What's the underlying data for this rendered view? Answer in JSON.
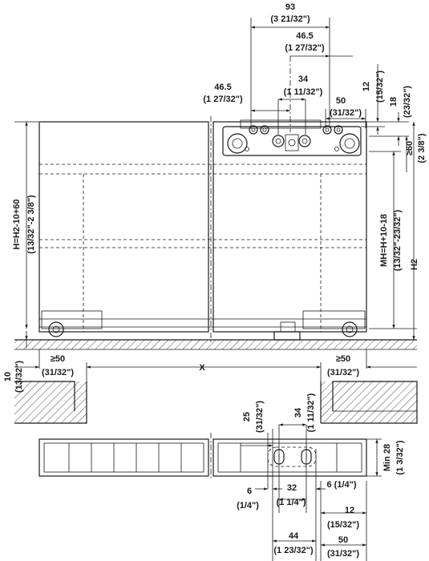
{
  "dims": {
    "d93": "93",
    "d93_in": "(3 21/32\")",
    "d46_5_top": "46.5",
    "d46_5_top_in": "(1 27/32\")",
    "d46_5_left": "46.5",
    "d46_5_left_in": "(1 27/32\")",
    "d34_top": "34",
    "d34_top_in": "(1 11/32\")",
    "d50_top": "50",
    "d50_top_in": "(31/32\")",
    "d12_right": "12",
    "d12_right_in": "(15/32\")",
    "d18_right": "18",
    "d18_right_in": "(23/32\")",
    "d60_right": "≥60",
    "d60_right_in": "(2 3/8\")",
    "h_formula": "H=H2-10+60",
    "h_formula_in": "(13/32\"-2 3/8\")",
    "mh_formula": "MH=H+10-18",
    "mh_formula_in": "(13/32\"-23/32\")",
    "h2": "H2",
    "d10": "10",
    "d10_in": "(13/32\")",
    "d50_left": "≥50",
    "d50_left_in": "(31/32\")",
    "x": "X",
    "d50_right": "≥50",
    "d50_right_in": "(31/32\")",
    "d25": "25",
    "d25_in": "(31/32\")",
    "d34_bot": "34",
    "d34_bot_in": "(1 11/32\")",
    "min28": "Min 28",
    "min28_in": "(1 3/32\")",
    "d6_left": "6",
    "d6_left_in": "(1/4\")",
    "d32": "32",
    "d32_in": "(1 1/4\")",
    "d6_right": "6 (1/4\")",
    "d12_bot": "12",
    "d12_bot_in": "(15/32\")",
    "d44": "44",
    "d44_in": "(1 23/32\")",
    "d50_bot": "50",
    "d50_bot_in": "(31/32\")"
  }
}
